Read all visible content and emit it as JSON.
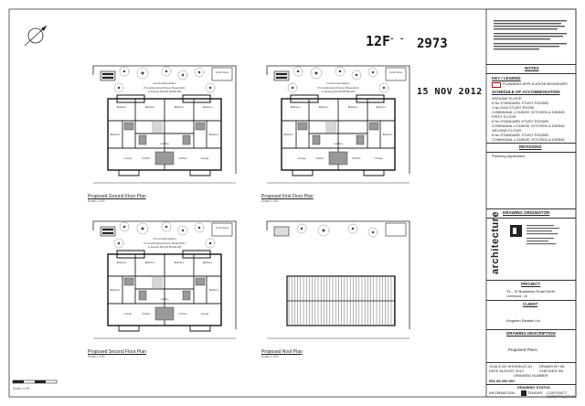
{
  "stamps": {
    "ref_prefix": "12F",
    "ref_number": "2973",
    "date": "15 NOV 2012"
  },
  "plans": [
    {
      "caption": "Proposed Ground Floor Plan",
      "scale": "Scale 1:100"
    },
    {
      "caption": "Proposed First Floor Plan",
      "scale": "Scale 1:100"
    },
    {
      "caption": "Proposed Second Floor Plan",
      "scale": "Scale 1:100"
    },
    {
      "caption": "Proposed Roof Plan",
      "scale": "Scale 1:100"
    }
  ],
  "plan_labels": {
    "communal_garden": "Communal Garden",
    "landscaping_note": "Pro Landscaping Scheme Please Refer",
    "drawing_ref": "to Drawing Ref 081-08-500-000",
    "cycle_store": "Cycle Store",
    "bedroom": "Bedroom",
    "lounge": "Lounge",
    "kitchen": "Kitchen",
    "landing": "Landing"
  },
  "sheet_scale": "Scale 1:100",
  "title_block": {
    "notes_head": "NOTES",
    "key_head": "KEY / LEGEND",
    "key_items": [
      "PLANNING APPLICATION BOUNDARY"
    ],
    "schedule_head": "SCHEDULE OF ACCOMMODATION",
    "schedule_lines": [
      "GROUND FLOOR",
      "6 No STANDARD STUDY ROOMS",
      "1 No DDA STUDY ROOM",
      "COMMUNAL LOUNGE, KITCHEN & DINING",
      "FIRST FLOOR",
      "6 No STANDARD STUDY ROOMS",
      "COMMUNAL LOUNGE, KITCHEN & DINING",
      "SECOND FLOOR",
      "6 No STANDARD STUDY ROOMS",
      "COMMUNAL LOUNGE, KITCHEN & DINING"
    ],
    "revisions_head": "REVISIONS",
    "revision_row": "Planning Application",
    "drawing_originator": "DRAWING ORIGINATOR",
    "firm_logo": "architecture",
    "project_head": "PROJECT",
    "project_lines": [
      "74 - 76 Bradshaw Road North,",
      "Liverpool, L6"
    ],
    "client_head": "CLIENT",
    "client_name": "Kingston Estates Ltd",
    "drawing_desc_head": "DRAWING DESCRIPTION",
    "drawing_desc": "Proposed Plans",
    "meta_lines": [
      "SCALE AS SHOWN AT A1",
      "DATE AUGUST 2012",
      "DRAWN BY ML",
      "CHECKED DN"
    ],
    "drawing_number_head": "DRAWING NUMBER",
    "drawing_number": "081-08-200-002",
    "drawing_status_head": "DRAWING STATUS",
    "status_options": [
      "INFORMATION",
      "TENDER",
      "CONTRACT",
      "CONSTRUCTION"
    ]
  }
}
